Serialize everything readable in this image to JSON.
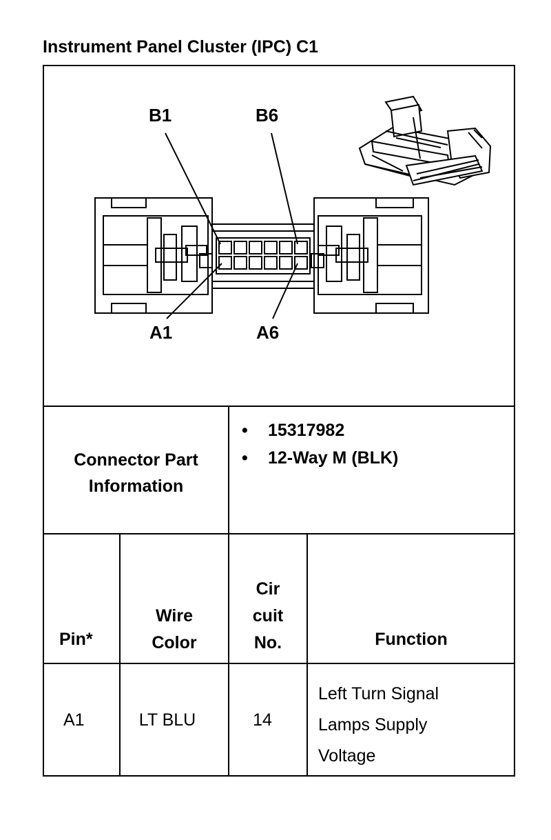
{
  "title": "Instrument Panel Cluster (IPC) C1",
  "diagram": {
    "pin_labels": {
      "b1": "B1",
      "b6": "B6",
      "a1": "A1",
      "a6": "A6"
    }
  },
  "connector_info": {
    "label_line1": "Connector Part",
    "label_line2": "Information",
    "items": [
      "15317982",
      "12-Way M (BLK)"
    ],
    "bullet": "•"
  },
  "table": {
    "headers": {
      "pin": "Pin*",
      "wire_color": [
        "Wire",
        "Color"
      ],
      "circuit_no": [
        "Cir",
        "cuit",
        "No."
      ],
      "function": "Function"
    },
    "rows": [
      {
        "pin": "A1",
        "wire_color": "LT BLU",
        "circuit_no": "14",
        "function": [
          "Left Turn Signal",
          "Lamps Supply",
          "Voltage"
        ]
      }
    ]
  }
}
